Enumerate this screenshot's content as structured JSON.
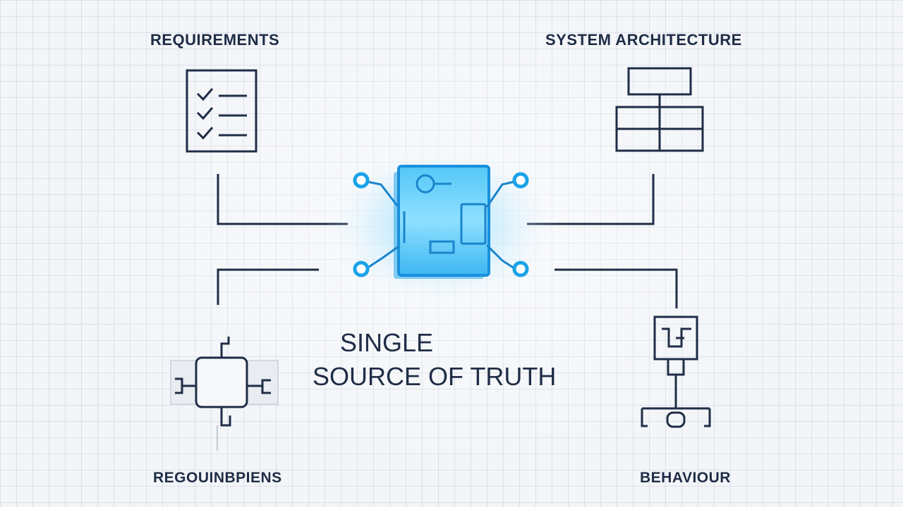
{
  "labels": {
    "top_left": "REQUIREMENTS",
    "top_right": "SYSTEM ARCHITECTURE",
    "bottom_left": "REGOUINBPIENS",
    "bottom_right": "BEHAVIOUR"
  },
  "center": {
    "line1": "SINGLE",
    "line2": "SOURCE OF TRUTH"
  },
  "icons": {
    "top_left": "checklist-icon",
    "top_right": "block-diagram-icon",
    "center": "model-chip-icon",
    "bottom_left": "component-diagram-icon",
    "bottom_right": "behaviour-diagram-icon"
  },
  "colors": {
    "ink": "#1f2d46",
    "accent": "#1aa3e8",
    "accent_glow": "#5fd0ff",
    "grid": "#c5cfdc",
    "background": "#f3f5f8"
  }
}
